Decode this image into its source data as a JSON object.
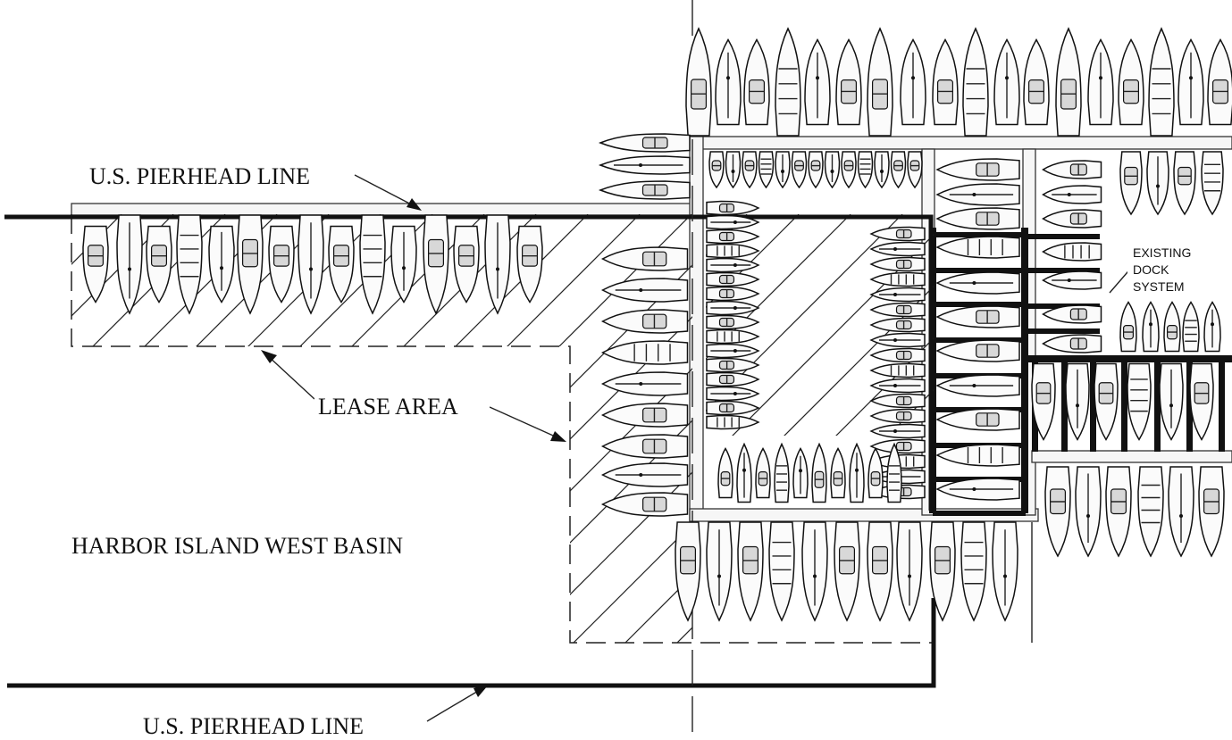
{
  "labels": {
    "pierhead_top": "U.S. PIERHEAD LINE",
    "pierhead_bottom": "U.S. PIERHEAD LINE",
    "lease_area": "LEASE AREA",
    "basin": "HARBOR ISLAND WEST BASIN",
    "existing_dock": [
      "EXISTING",
      "DOCK",
      "SYSTEM"
    ]
  }
}
